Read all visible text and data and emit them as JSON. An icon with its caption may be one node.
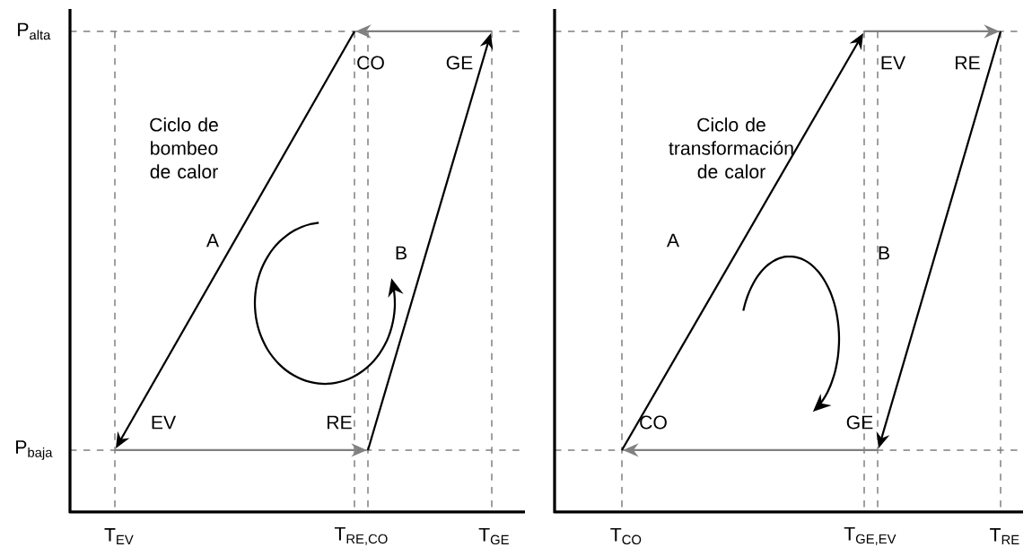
{
  "diagram": {
    "labels": [
      "P$_{alta}$",
      "P$_{baja}$",
      "Ciclo de bombeo de calor",
      "CO",
      "GE",
      "A",
      "B",
      "EV",
      "RE",
      "T$_{EV}$",
      "T$_{RE,CO}$",
      "T$_{GE}$",
      "Ciclo de transformación de calor",
      "EV",
      "RE",
      "A",
      "B",
      "CO",
      "GE",
      "T$_{CO}$",
      "T$_{GE,EV}$",
      "T$_{RE}$"
    ]
  }
}
